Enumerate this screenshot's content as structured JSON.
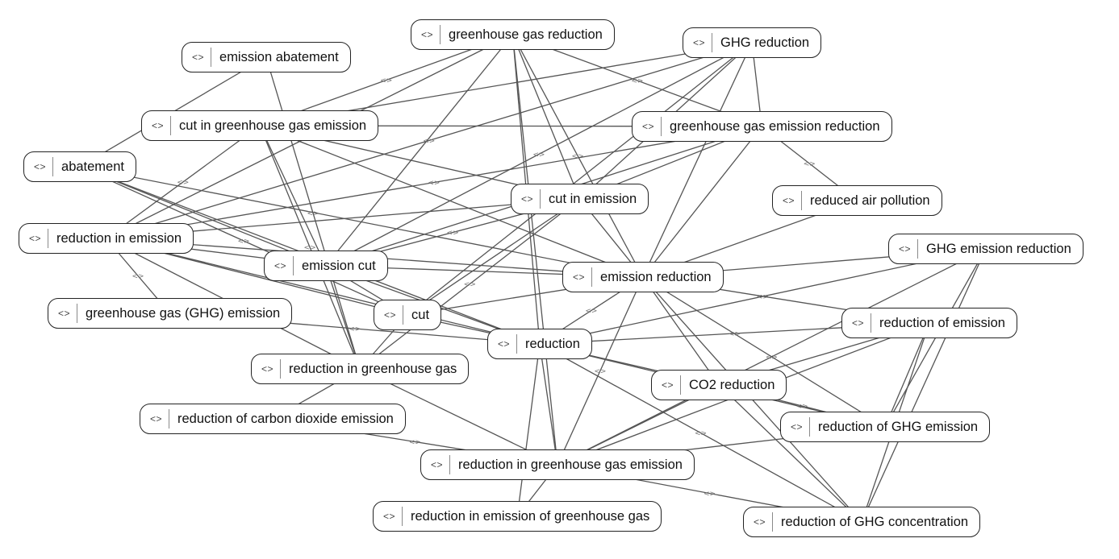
{
  "nodes": [
    {
      "id": "n1",
      "label": "greenhouse gas reduction",
      "icon": "<>"
    },
    {
      "id": "n2",
      "label": "GHG reduction",
      "icon": "<>"
    },
    {
      "id": "n3",
      "label": "emission abatement",
      "icon": "<>"
    },
    {
      "id": "n4",
      "label": "cut in greenhouse gas emission",
      "icon": "<>"
    },
    {
      "id": "n5",
      "label": "greenhouse gas emission reduction",
      "icon": "<>"
    },
    {
      "id": "n6",
      "label": "abatement",
      "icon": "<>"
    },
    {
      "id": "n7",
      "label": "cut in emission",
      "icon": "<>"
    },
    {
      "id": "n8",
      "label": "reduced air pollution",
      "icon": "<>"
    },
    {
      "id": "n9",
      "label": "reduction in emission",
      "icon": "<>"
    },
    {
      "id": "n10",
      "label": "GHG emission reduction",
      "icon": "<>"
    },
    {
      "id": "n11",
      "label": "emission cut",
      "icon": "<>"
    },
    {
      "id": "n12",
      "label": "emission reduction",
      "icon": "<>"
    },
    {
      "id": "n13",
      "label": "greenhouse gas (GHG) emission",
      "icon": "<>"
    },
    {
      "id": "n14",
      "label": "cut",
      "icon": "<>"
    },
    {
      "id": "n15",
      "label": "reduction of emission",
      "icon": "<>"
    },
    {
      "id": "n16",
      "label": "reduction",
      "icon": "<>"
    },
    {
      "id": "n17",
      "label": "reduction in greenhouse gas",
      "icon": "<>"
    },
    {
      "id": "n18",
      "label": "CO2 reduction",
      "icon": "<>"
    },
    {
      "id": "n19",
      "label": "reduction of carbon dioxide emission",
      "icon": "<>"
    },
    {
      "id": "n20",
      "label": "reduction of GHG emission",
      "icon": "<>"
    },
    {
      "id": "n21",
      "label": "reduction in greenhouse gas emission",
      "icon": "<>"
    },
    {
      "id": "n22",
      "label": "reduction in emission of greenhouse gas",
      "icon": "<>"
    },
    {
      "id": "n23",
      "label": "reduction of GHG concentration",
      "icon": "<>"
    }
  ],
  "edges": [
    [
      "n1",
      "n4"
    ],
    [
      "n1",
      "n9"
    ],
    [
      "n1",
      "n11"
    ],
    [
      "n1",
      "n12"
    ],
    [
      "n1",
      "n7"
    ],
    [
      "n1",
      "n16"
    ],
    [
      "n1",
      "n5"
    ],
    [
      "n1",
      "n21"
    ],
    [
      "n2",
      "n4"
    ],
    [
      "n2",
      "n9"
    ],
    [
      "n2",
      "n5"
    ],
    [
      "n2",
      "n7"
    ],
    [
      "n2",
      "n11"
    ],
    [
      "n2",
      "n12"
    ],
    [
      "n2",
      "n14"
    ],
    [
      "n3",
      "n17"
    ],
    [
      "n3",
      "n6"
    ],
    [
      "n4",
      "n5"
    ],
    [
      "n4",
      "n9"
    ],
    [
      "n4",
      "n7"
    ],
    [
      "n4",
      "n12"
    ],
    [
      "n4",
      "n17"
    ],
    [
      "n4",
      "n11"
    ],
    [
      "n5",
      "n7"
    ],
    [
      "n5",
      "n8"
    ],
    [
      "n5",
      "n12"
    ],
    [
      "n5",
      "n11"
    ],
    [
      "n5",
      "n9"
    ],
    [
      "n6",
      "n11"
    ],
    [
      "n6",
      "n12"
    ],
    [
      "n6",
      "n14"
    ],
    [
      "n6",
      "n16"
    ],
    [
      "n7",
      "n9"
    ],
    [
      "n7",
      "n11"
    ],
    [
      "n7",
      "n12"
    ],
    [
      "n7",
      "n14"
    ],
    [
      "n7",
      "n17"
    ],
    [
      "n8",
      "n12"
    ],
    [
      "n9",
      "n11"
    ],
    [
      "n9",
      "n12"
    ],
    [
      "n9",
      "n14"
    ],
    [
      "n9",
      "n16"
    ],
    [
      "n9",
      "n13"
    ],
    [
      "n9",
      "n17"
    ],
    [
      "n10",
      "n12"
    ],
    [
      "n10",
      "n16"
    ],
    [
      "n10",
      "n20"
    ],
    [
      "n10",
      "n23"
    ],
    [
      "n10",
      "n21"
    ],
    [
      "n11",
      "n12"
    ],
    [
      "n11",
      "n14"
    ],
    [
      "n11",
      "n16"
    ],
    [
      "n11",
      "n17"
    ],
    [
      "n12",
      "n14"
    ],
    [
      "n12",
      "n16"
    ],
    [
      "n12",
      "n18"
    ],
    [
      "n12",
      "n20"
    ],
    [
      "n12",
      "n21"
    ],
    [
      "n12",
      "n23"
    ],
    [
      "n12",
      "n15"
    ],
    [
      "n13",
      "n16"
    ],
    [
      "n14",
      "n16"
    ],
    [
      "n14",
      "n17"
    ],
    [
      "n15",
      "n16"
    ],
    [
      "n15",
      "n18"
    ],
    [
      "n15",
      "n20"
    ],
    [
      "n15",
      "n23"
    ],
    [
      "n15",
      "n21"
    ],
    [
      "n16",
      "n18"
    ],
    [
      "n16",
      "n20"
    ],
    [
      "n16",
      "n21"
    ],
    [
      "n16",
      "n22"
    ],
    [
      "n16",
      "n23"
    ],
    [
      "n17",
      "n19"
    ],
    [
      "n17",
      "n21"
    ],
    [
      "n18",
      "n20"
    ],
    [
      "n18",
      "n21"
    ],
    [
      "n18",
      "n23"
    ],
    [
      "n19",
      "n21"
    ],
    [
      "n20",
      "n21"
    ],
    [
      "n21",
      "n22"
    ],
    [
      "n21",
      "n23"
    ]
  ],
  "edge_marker": "<>",
  "colors": {
    "edge": "#555555",
    "border": "#222222",
    "background": "#ffffff"
  }
}
